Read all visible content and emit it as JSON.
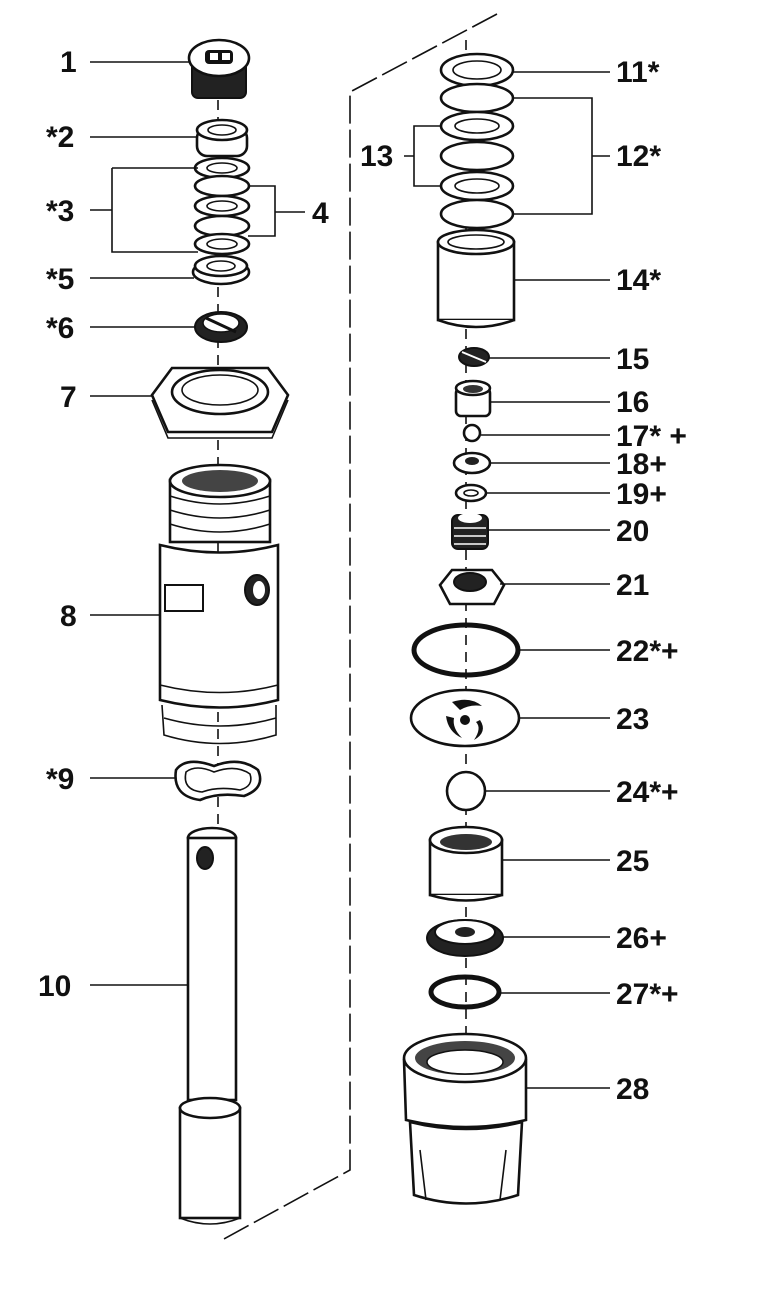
{
  "labels": {
    "p1": "1",
    "p2": "*2",
    "p3": "*3",
    "p4": "4",
    "p5": "*5",
    "p6": "*6",
    "p7": "7",
    "p8": "8",
    "p9": "*9",
    "p10": "10",
    "p11": "11*",
    "p12": "12*",
    "p13": "13",
    "p14": "14*",
    "p15": "15",
    "p16": "16",
    "p17": "17* +",
    "p18": "18+",
    "p19": "19+",
    "p20": "20",
    "p21": "21",
    "p22": "22*+",
    "p23": "23",
    "p24": "24*+",
    "p25": "25",
    "p26": "26+",
    "p27": "27*+",
    "p28": "28"
  }
}
